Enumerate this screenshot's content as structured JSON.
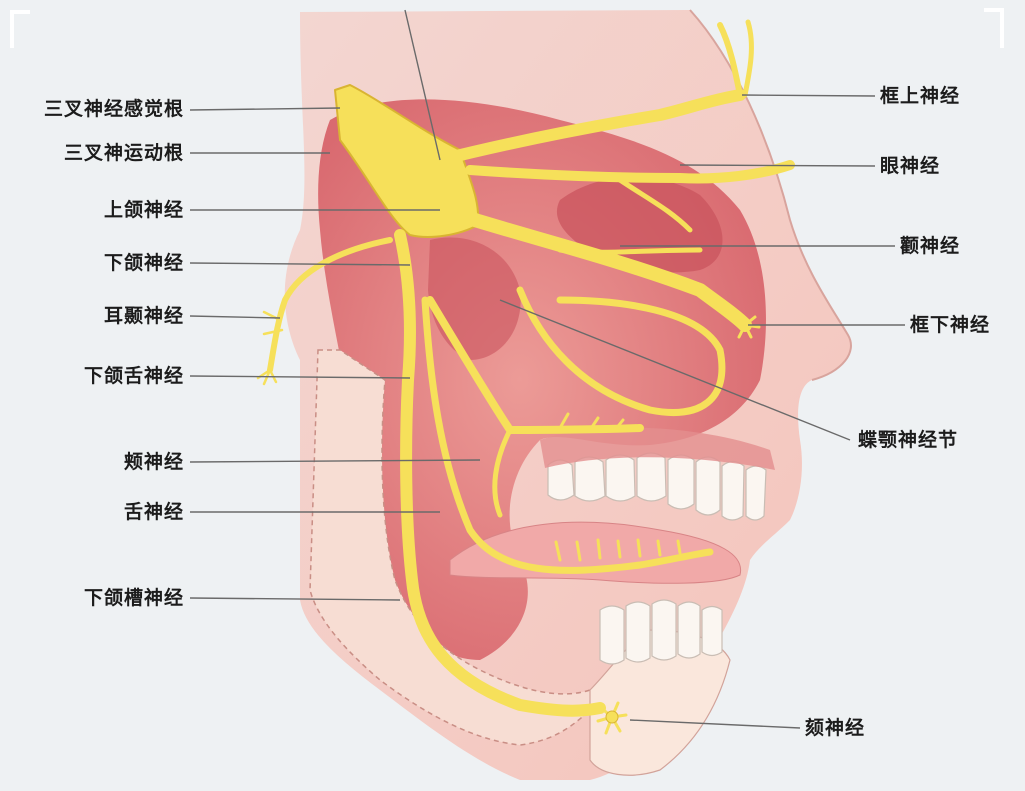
{
  "diagram": {
    "labels_left": [
      "三叉神经感觉根",
      "三叉神运动根",
      "上颌神经",
      "下颌神经",
      "耳颞神经",
      "下颌舌神经",
      "颊神经",
      "舌神经",
      "下颌槽神经"
    ],
    "labels_right": [
      "框上神经",
      "眼神经",
      "颧神经",
      "框下神经",
      "蝶颚神经节",
      "颏神经"
    ]
  },
  "colors": {
    "background": "#eef1f3",
    "skin": "#f6c7bd",
    "muscle": "#e1787a",
    "muscle_dark": "#c65560",
    "nerve": "#f6e05a",
    "nerve_outline": "#d9b432",
    "bone": "#fae7dc",
    "teeth": "#fbf6f1",
    "leader_line": "#6a6a6a"
  }
}
